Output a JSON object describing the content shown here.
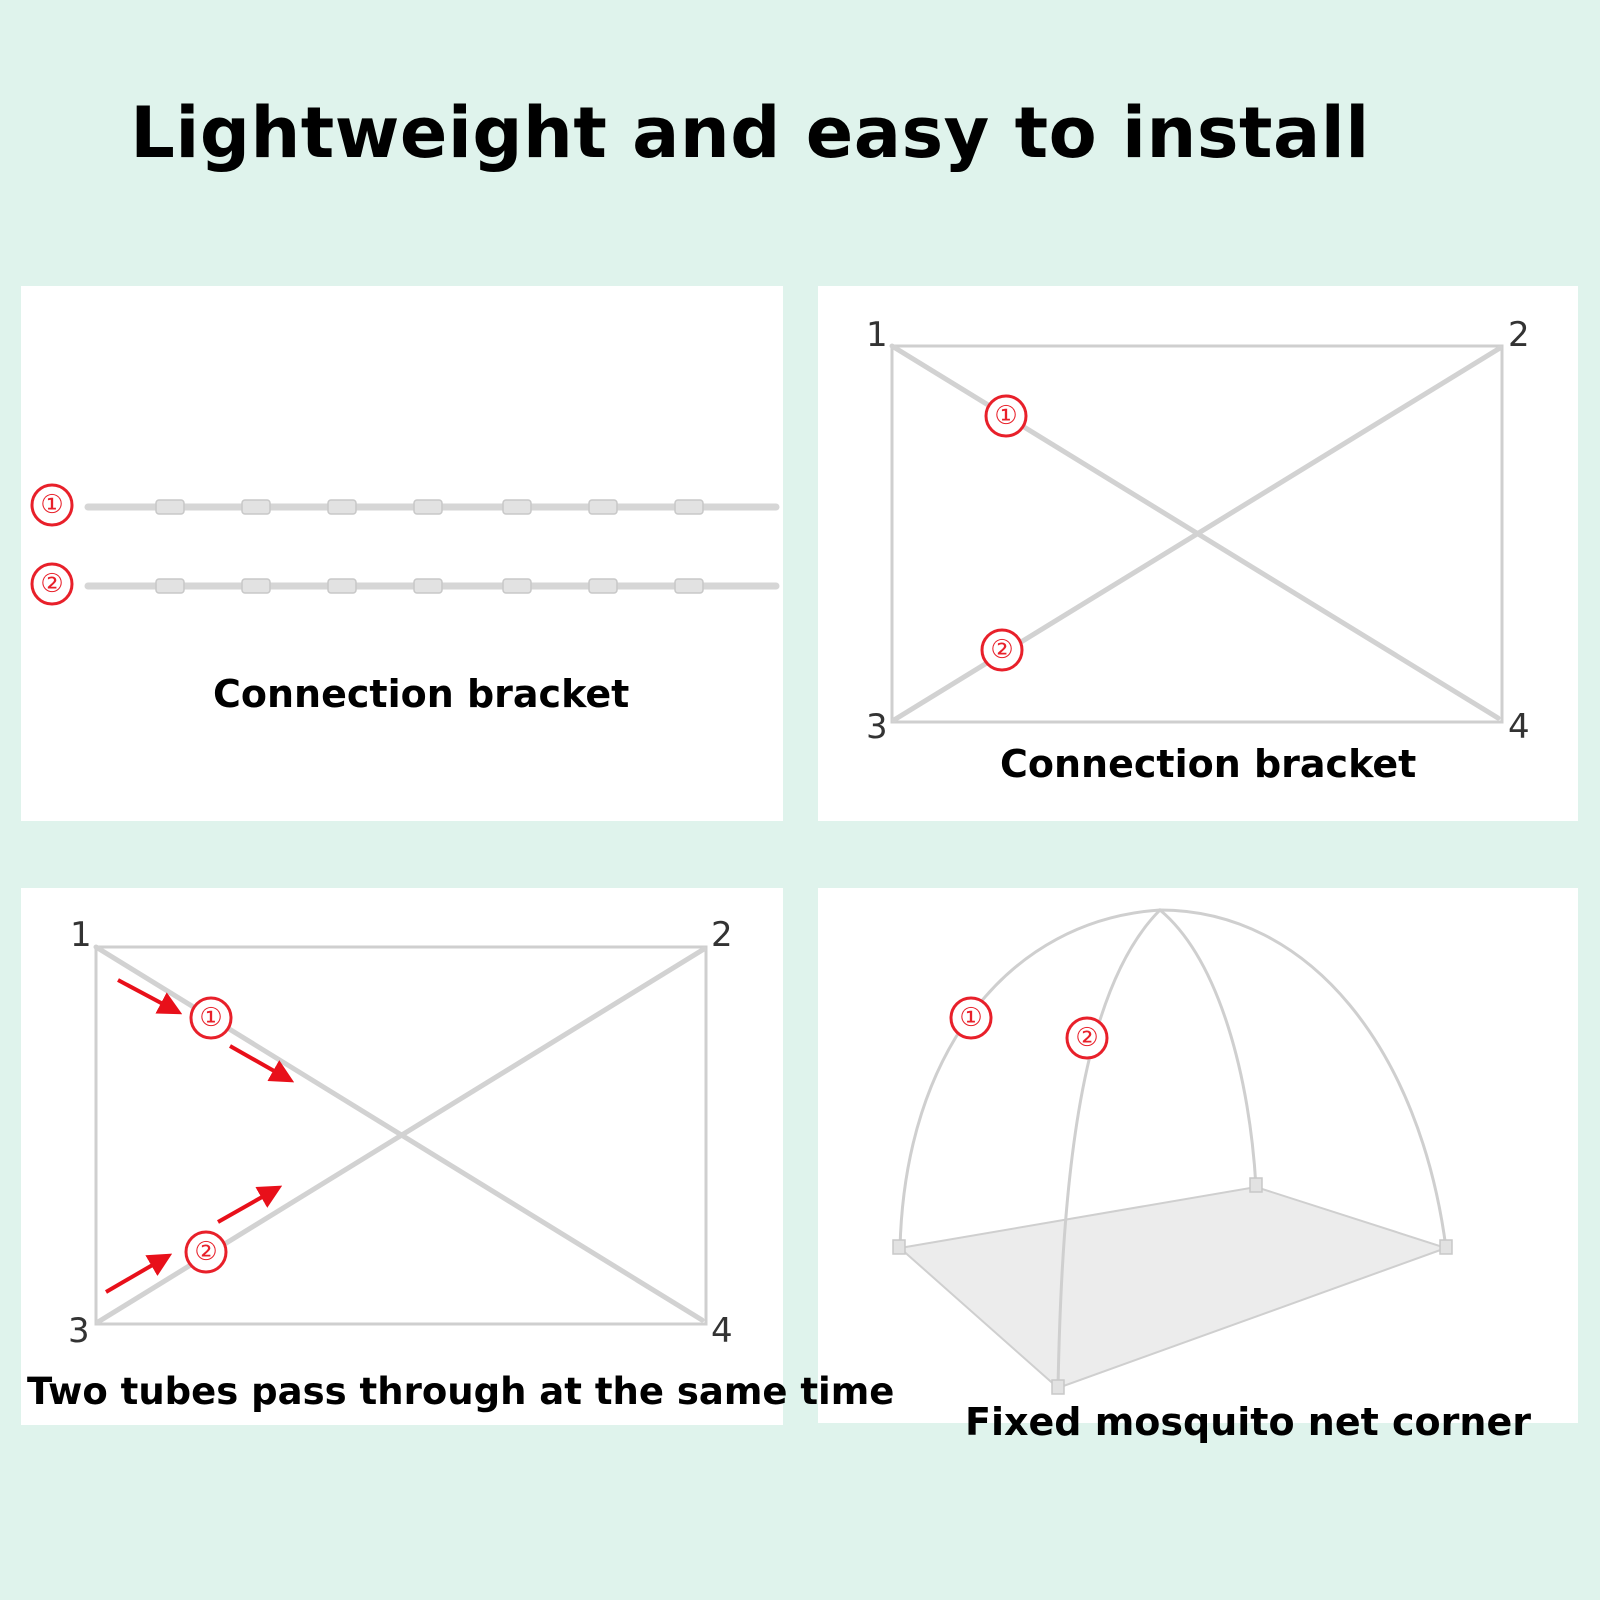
{
  "title": "Lightweight and easy to install",
  "panels": [
    {
      "caption": "Connection bracket",
      "badges": [
        "①",
        "②"
      ]
    },
    {
      "caption": "Connection bracket",
      "corners": [
        "1",
        "2",
        "3",
        "4"
      ],
      "badges": [
        "①",
        "②"
      ]
    },
    {
      "caption": "Two tubes pass through at the same time",
      "corners": [
        "1",
        "2",
        "3",
        "4"
      ],
      "badges": [
        "①",
        "②"
      ]
    },
    {
      "caption": "Fixed mosquito net corner",
      "badges": [
        "①",
        "②"
      ]
    }
  ],
  "colors": {
    "background": "#dff3ec",
    "accent": "#e8202a",
    "frame": "#cfcfcf"
  }
}
